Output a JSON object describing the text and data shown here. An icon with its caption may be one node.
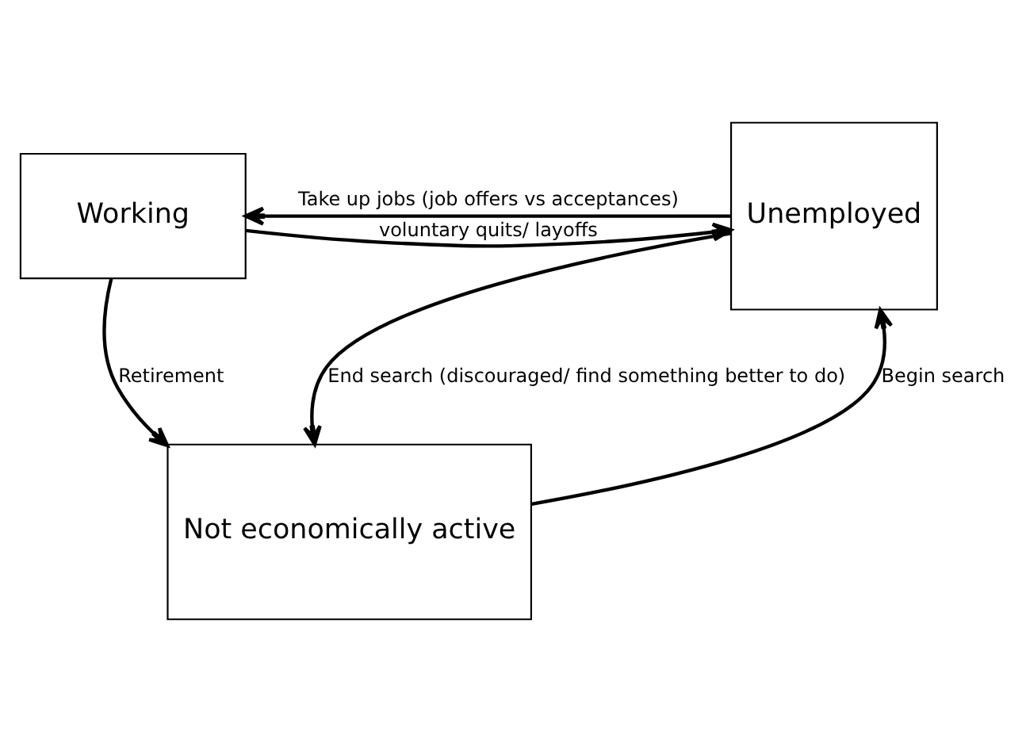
{
  "diagram": {
    "nodes": [
      {
        "text": [
          "Working"
        ]
      },
      {
        "text": [
          "Unemployed"
        ]
      },
      {
        "text": [
          "Not economically active"
        ]
      }
    ],
    "edges": [
      {
        "from": 1,
        "to": 0,
        "arrow": "to",
        "label": "Take up jobs (job offers vs acceptances)"
      },
      {
        "from": 0,
        "to": 1,
        "arrow": "to",
        "label": "voluntary quits/ layoffs"
      },
      {
        "from": 0,
        "to": 2,
        "arrow": "to",
        "label": "Retirement"
      },
      {
        "from": 2,
        "to": 1,
        "arrow": "to",
        "label": "Begin search"
      },
      {
        "from": 1,
        "to": 2,
        "arrow": "to",
        "label": "End search (discouraged/ find something better to do)"
      }
    ]
  }
}
